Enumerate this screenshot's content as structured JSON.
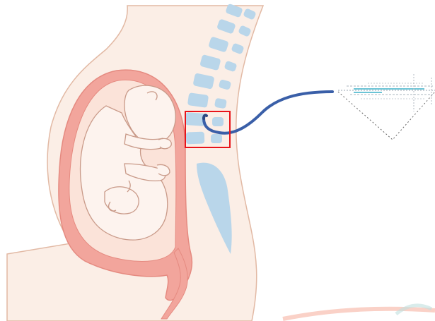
{
  "colors": {
    "background": "#ffffff",
    "body_fill": "#fbeee6",
    "body_outline": "#e2b9a4",
    "uterus_wall": "#f2a59c",
    "uterus_wall_dark": "#e58a80",
    "uterus_inner": "#fbe3d9",
    "fetus_fill": "#fdf3ee",
    "fetus_outline": "#c99a89",
    "vertebra": "#b9d6ea",
    "catheter": "#3a5fa8",
    "highlight_box": "#e8141a",
    "cone_lines": "#555555",
    "cone_accent": "#3ab0c8",
    "watermark": "#f4a08a"
  },
  "icons": {
    "fetus": "fetus-illustration",
    "spine": "lumbar-spine-icon",
    "catheter": "epidural-catheter-icon",
    "highlight": "highlight-box",
    "magnifier_cone": "magnified-view-cone"
  }
}
